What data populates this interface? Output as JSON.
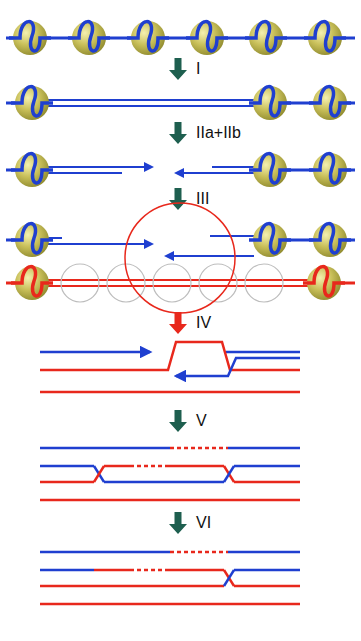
{
  "diagram": {
    "labels": [
      "I",
      "IIa+IIb",
      "III",
      "IV",
      "V",
      "VI"
    ]
  }
}
